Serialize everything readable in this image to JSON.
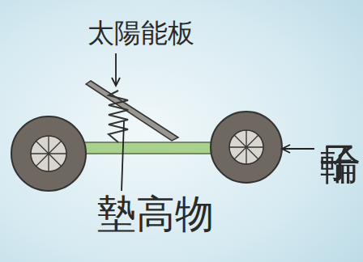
{
  "diagram": {
    "labels": [
      "太陽能板",
      "墊高物",
      "輪子"
    ]
  }
}
